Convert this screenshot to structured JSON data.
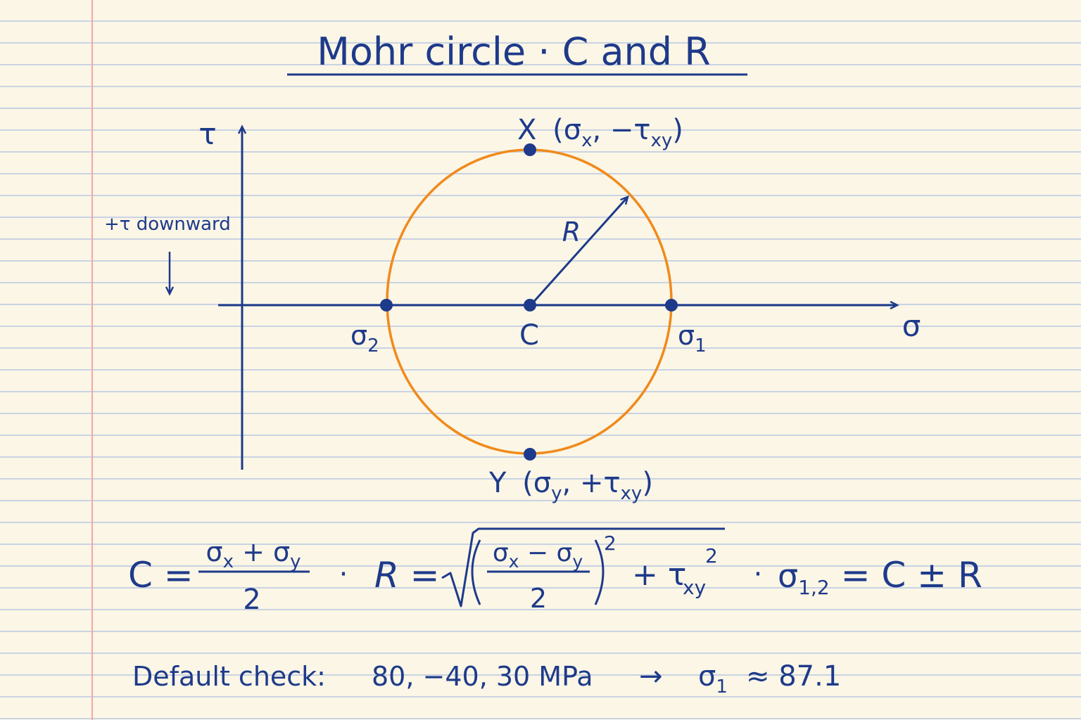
{
  "title": "Mohr circle · C and R",
  "axes": {
    "tau_label": "τ",
    "sigma_label": "σ"
  },
  "tau_note": "+τ downward",
  "points": {
    "x_point": {
      "letter": "X",
      "coords": "(σ",
      "sub_a": "x",
      "mid": ", −τ",
      "sub_b": "xy",
      "end": ")"
    },
    "y_point": {
      "letter": "Y",
      "coords": "(σ",
      "sub_a": "y",
      "mid": ", +τ",
      "sub_b": "xy",
      "end": ")"
    },
    "sigma2": {
      "base": "σ",
      "sub": "2"
    },
    "center": "C",
    "sigma1": {
      "base": "σ",
      "sub": "1"
    },
    "radius": "R"
  },
  "formula": {
    "c_label": "C =",
    "c_numerator": {
      "s1": "σ",
      "sub1": "x",
      "op": " + σ",
      "sub2": "y"
    },
    "c_denominator": "2",
    "sep": "·",
    "r_label": "R =",
    "r_numerator": {
      "s1": "σ",
      "sub1": "x",
      "op": " − σ",
      "sub2": "y"
    },
    "r_denominator": "2",
    "square": "2",
    "plus_tau": "+ τ",
    "tau_sub": "xy",
    "tau_sq": "2",
    "principal": {
      "base": "σ",
      "sub": "1,2",
      "rest": " = C ± R"
    }
  },
  "check": {
    "label": "Default check:",
    "values": "80, −40, 30 MPa",
    "arrow": "→",
    "base": "σ",
    "sub": "1",
    "result": "≈ 87.1"
  },
  "colors": {
    "ink": "#1e3a8a",
    "circle": "#f08a1c",
    "paper": "#fbf6e6",
    "rule": "#c9d3e3",
    "margin": "#f0a7a7"
  }
}
